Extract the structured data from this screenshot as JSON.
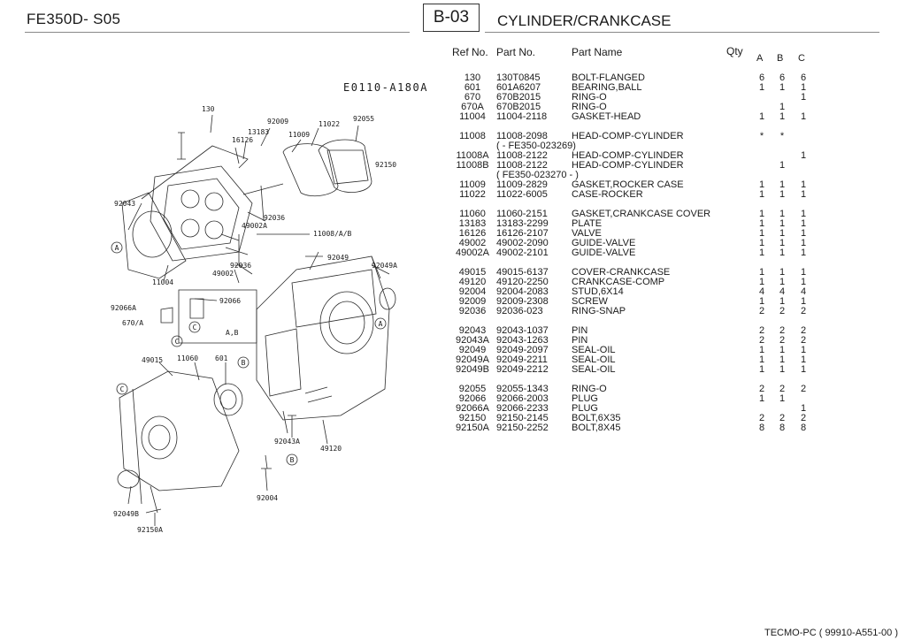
{
  "header": {
    "model": "FE350D- S05",
    "section": "B-03",
    "title": "CYLINDER/CRANKCASE"
  },
  "diagram": {
    "code": "E0110-A180A",
    "callouts": [
      "130",
      "92009",
      "11022",
      "92055",
      "13183",
      "16126",
      "11009",
      "92150",
      "92043",
      "92036",
      "49002A",
      "11008/A/B",
      "92036",
      "49002",
      "92049",
      "92049A",
      "11004",
      "92066",
      "92066A",
      "670/A",
      "A,B",
      "49015",
      "11060",
      "601",
      "92043A",
      "49120",
      "92004",
      "92049B",
      "92150A"
    ],
    "markers": {
      "A": "A",
      "B": "B",
      "C": "C"
    }
  },
  "table": {
    "columns": {
      "ref": "Ref No.",
      "part": "Part No.",
      "name": "Part Name",
      "qty": "Qty",
      "a": "A",
      "b": "B",
      "c": "C"
    },
    "rows": [
      {
        "ref": "130",
        "part": "130T0845",
        "name": "BOLT-FLANGED",
        "a": "6",
        "b": "6",
        "c": "6"
      },
      {
        "ref": "601",
        "part": "601A6207",
        "name": "BEARING,BALL",
        "a": "1",
        "b": "1",
        "c": "1"
      },
      {
        "ref": "670",
        "part": "670B2015",
        "name": "RING-O",
        "a": "",
        "b": "",
        "c": "1"
      },
      {
        "ref": "670A",
        "part": "670B2015",
        "name": "RING-O",
        "a": "",
        "b": "1",
        "c": ""
      },
      {
        "ref": "11004",
        "part": "11004-2118",
        "name": "GASKET-HEAD",
        "a": "1",
        "b": "1",
        "c": "1"
      },
      {
        "ref": "11008",
        "part": "11008-2098",
        "name": "HEAD-COMP-CYLINDER",
        "a": "*",
        "b": "*",
        "c": "",
        "gap": true
      },
      {
        "ref": "",
        "part": "",
        "name": "",
        "a": "",
        "b": "",
        "c": "",
        "cont": "(          -    FE350-023269)"
      },
      {
        "ref": "11008A",
        "part": "11008-2122",
        "name": "HEAD-COMP-CYLINDER",
        "a": "",
        "b": "",
        "c": "1"
      },
      {
        "ref": "11008B",
        "part": "11008-2122",
        "name": "HEAD-COMP-CYLINDER",
        "a": "",
        "b": "1",
        "c": ""
      },
      {
        "ref": "",
        "part": "",
        "name": "",
        "a": "",
        "b": "",
        "c": "",
        "cont": "(   FE350-023270 -          )"
      },
      {
        "ref": "11009",
        "part": "11009-2829",
        "name": "GASKET,ROCKER CASE",
        "a": "1",
        "b": "1",
        "c": "1"
      },
      {
        "ref": "11022",
        "part": "11022-6005",
        "name": "CASE-ROCKER",
        "a": "1",
        "b": "1",
        "c": "1"
      },
      {
        "ref": "11060",
        "part": "11060-2151",
        "name": "GASKET,CRANKCASE COVER",
        "a": "1",
        "b": "1",
        "c": "1",
        "gap": true
      },
      {
        "ref": "13183",
        "part": "13183-2299",
        "name": "PLATE",
        "a": "1",
        "b": "1",
        "c": "1"
      },
      {
        "ref": "16126",
        "part": "16126-2107",
        "name": "VALVE",
        "a": "1",
        "b": "1",
        "c": "1"
      },
      {
        "ref": "49002",
        "part": "49002-2090",
        "name": "GUIDE-VALVE",
        "a": "1",
        "b": "1",
        "c": "1"
      },
      {
        "ref": "49002A",
        "part": "49002-2101",
        "name": "GUIDE-VALVE",
        "a": "1",
        "b": "1",
        "c": "1"
      },
      {
        "ref": "49015",
        "part": "49015-6137",
        "name": "COVER-CRANKCASE",
        "a": "1",
        "b": "1",
        "c": "1",
        "gap": true
      },
      {
        "ref": "49120",
        "part": "49120-2250",
        "name": "CRANKCASE-COMP",
        "a": "1",
        "b": "1",
        "c": "1"
      },
      {
        "ref": "92004",
        "part": "92004-2083",
        "name": "STUD,6X14",
        "a": "4",
        "b": "4",
        "c": "4"
      },
      {
        "ref": "92009",
        "part": "92009-2308",
        "name": "SCREW",
        "a": "1",
        "b": "1",
        "c": "1"
      },
      {
        "ref": "92036",
        "part": "92036-023",
        "name": "RING-SNAP",
        "a": "2",
        "b": "2",
        "c": "2"
      },
      {
        "ref": "92043",
        "part": "92043-1037",
        "name": "PIN",
        "a": "2",
        "b": "2",
        "c": "2",
        "gap": true
      },
      {
        "ref": "92043A",
        "part": "92043-1263",
        "name": "PIN",
        "a": "2",
        "b": "2",
        "c": "2"
      },
      {
        "ref": "92049",
        "part": "92049-2097",
        "name": "SEAL-OIL",
        "a": "1",
        "b": "1",
        "c": "1"
      },
      {
        "ref": "92049A",
        "part": "92049-2211",
        "name": "SEAL-OIL",
        "a": "1",
        "b": "1",
        "c": "1"
      },
      {
        "ref": "92049B",
        "part": "92049-2212",
        "name": "SEAL-OIL",
        "a": "1",
        "b": "1",
        "c": "1"
      },
      {
        "ref": "92055",
        "part": "92055-1343",
        "name": "RING-O",
        "a": "2",
        "b": "2",
        "c": "2",
        "gap": true
      },
      {
        "ref": "92066",
        "part": "92066-2003",
        "name": "PLUG",
        "a": "1",
        "b": "1",
        "c": ""
      },
      {
        "ref": "92066A",
        "part": "92066-2233",
        "name": "PLUG",
        "a": "",
        "b": "",
        "c": "1"
      },
      {
        "ref": "92150",
        "part": "92150-2145",
        "name": "BOLT,6X35",
        "a": "2",
        "b": "2",
        "c": "2"
      },
      {
        "ref": "92150A",
        "part": "92150-2252",
        "name": "BOLT,8X45",
        "a": "8",
        "b": "8",
        "c": "8"
      }
    ]
  },
  "footer": {
    "text": "TECMO-PC  ( 99910-A551-00 )"
  }
}
